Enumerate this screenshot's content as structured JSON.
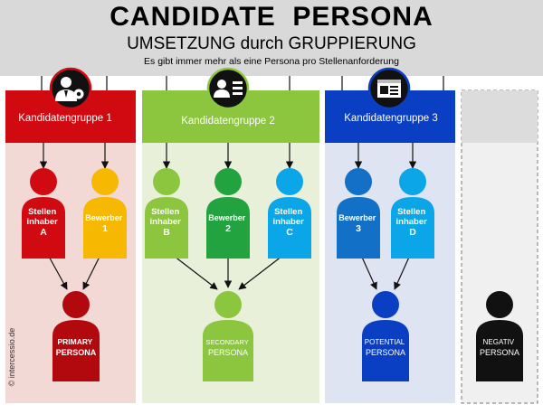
{
  "header": {
    "title": "CANDIDATE  PERSONA",
    "subtitle": "UMSETZUNG durch GRUPPIERUNG",
    "tagline": "Es gibt immer mehr als eine Persona pro Stellenanforderung"
  },
  "credit": "© intercessio.de",
  "colors": {
    "red": "#d10a11",
    "red_dark": "#b2090f",
    "yellow": "#f6b800",
    "lime": "#8cc63f",
    "green": "#22a33f",
    "cyan": "#0aa6e8",
    "blue_mid": "#1271c6",
    "blue": "#0a3fc4",
    "black": "#111111",
    "band_red": "#f2d9d6",
    "band_green": "#e9f0da",
    "band_blue": "#dfe4f3",
    "band_gray": "#f0f0f0"
  },
  "groups": [
    {
      "label": "Kandidatengruppe 1",
      "icon": "person-gear-icon"
    },
    {
      "label": "Kandidatengruppe 2",
      "icon": "id-card-icon"
    },
    {
      "label": "Kandidatengruppe 3",
      "icon": "browser-window-icon"
    }
  ],
  "personas": {
    "p1": {
      "lines": [
        "Stellen",
        "inhaber",
        "A"
      ]
    },
    "p2": {
      "lines": [
        "Bewerber",
        "1"
      ]
    },
    "p3": {
      "lines": [
        "Stellen",
        "inhaber",
        "B"
      ]
    },
    "p4": {
      "lines": [
        "Bewerber",
        "2"
      ]
    },
    "p5": {
      "lines": [
        "Stellen",
        "inhaber",
        "C"
      ]
    },
    "p6": {
      "lines": [
        "Bewerber",
        "3"
      ]
    },
    "p7": {
      "lines": [
        "Stellen",
        "inhaber",
        "D"
      ]
    },
    "primary": {
      "lines": [
        "PRIMARY",
        "PERSONA"
      ]
    },
    "secondary": {
      "lines": [
        "SECONDARY",
        "PERSONA"
      ]
    },
    "potential": {
      "lines": [
        "POTENTIAL",
        "PERSONA"
      ]
    },
    "negativ": {
      "lines": [
        "NEGATIV",
        "PERSONA"
      ]
    }
  }
}
